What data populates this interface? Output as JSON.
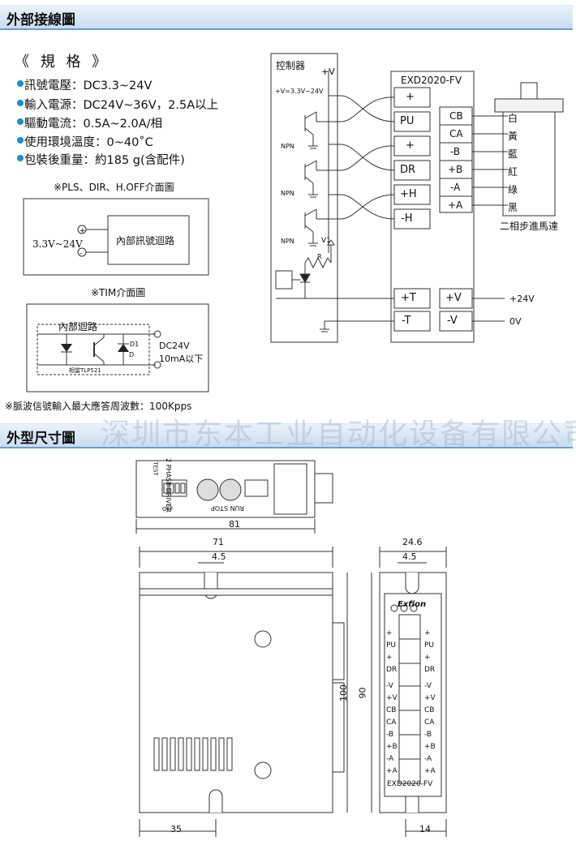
{
  "section1": {
    "title": "外部接線圖"
  },
  "spec": {
    "heading": "《 規 格 》",
    "items": [
      "訊號電壓：DC3.3~24V",
      "輸入電源：DC24V~36V，2.5A以上",
      "驅動電流：0.5A~2.0A/相",
      "使用環境溫度：0~40˚C",
      "包裝後重量：約185 g(含配件)"
    ]
  },
  "pls_box": {
    "caption": "※PLS、DIR、H.OFF介面圖",
    "voltage": "3.3V~24V",
    "circuit": "內部訊號迴路"
  },
  "tim_box": {
    "caption": "※TIM介面圖",
    "inner": "內部迴路",
    "equiv": "相當TLP521",
    "d1": "D1",
    "d": "D",
    "dc": "DC24V",
    "current": "10mA以下"
  },
  "controller": {
    "label": "控制器",
    "vplus": "+V",
    "vrange": "+V=3.3V~24V",
    "npn": "NPN",
    "v1": "V1",
    "r": "R"
  },
  "driver": {
    "model": "EXD2020-FV",
    "left_terminals": [
      "+",
      "PU",
      "+",
      "DR",
      "+H",
      "-H"
    ],
    "motor_terminals": [
      "CB",
      "CA",
      "-B",
      "+B",
      "-A",
      "+A"
    ],
    "bottom_left": [
      "+T",
      "-T"
    ],
    "bottom_right": [
      "+V",
      "-V"
    ],
    "power": [
      "+24V",
      "0V"
    ]
  },
  "motor": {
    "colors": [
      "白",
      "黃",
      "藍",
      "紅",
      "綠",
      "黑"
    ],
    "label": "二相步進馬達"
  },
  "pulse_note": "※脈波信號輸入最大應答周波數：100Kpps",
  "watermark": "深圳市东本工业自动化设备有限公司",
  "section2": {
    "title": "外型尺寸圖"
  },
  "top_view": {
    "driver_label": "2 PHASE DRIVER",
    "test": "TEST",
    "off": "OFF",
    "runstop": "RUN STOP",
    "dims": {
      "width": "81"
    }
  },
  "front_view": {
    "dims": {
      "width": "71",
      "slot": "4.5",
      "height": "100",
      "bottom": "35"
    }
  },
  "side_view": {
    "brand": "Exfion",
    "model": "EXD2020-FV",
    "labels": [
      "+",
      "PU",
      "+",
      "DR",
      "-V",
      "+V",
      "CB",
      "CA",
      "-B",
      "+B",
      "-A",
      "+A"
    ],
    "dims": {
      "width": "24.6",
      "slot": "4.5",
      "height": "90",
      "bottom": "14"
    }
  }
}
